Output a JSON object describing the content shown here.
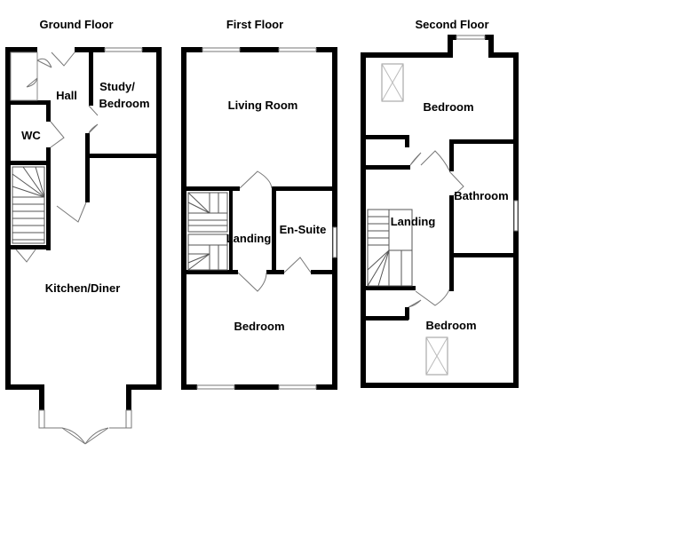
{
  "floors": {
    "ground": {
      "title": "Ground Floor",
      "rooms": {
        "hall": "Hall",
        "study_line1": "Study/",
        "study_line2": "Bedroom",
        "wc": "WC",
        "kitchen": "Kitchen/Diner"
      }
    },
    "first": {
      "title": "First Floor",
      "rooms": {
        "living": "Living Room",
        "landing": "Landing",
        "ensuite": "En-Suite",
        "bedroom": "Bedroom"
      }
    },
    "second": {
      "title": "Second Floor",
      "rooms": {
        "bedroom_top": "Bedroom",
        "landing": "Landing",
        "bathroom": "Bathroom",
        "bedroom_bottom": "Bedroom"
      }
    }
  }
}
